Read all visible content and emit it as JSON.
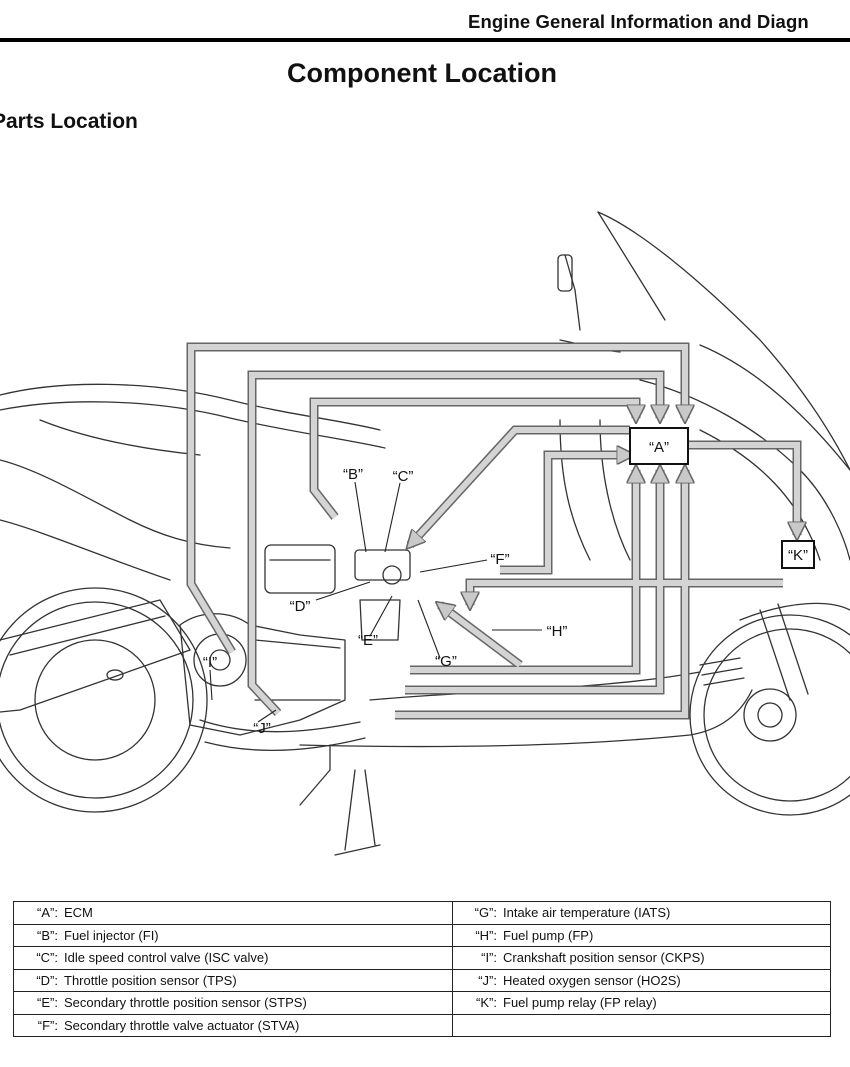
{
  "header": {
    "title": "Engine General Information and Diagn"
  },
  "page_title": "Component Location",
  "section_title": "Parts Location",
  "diagram": {
    "labels": {
      "A": "“A”",
      "B": "“B”",
      "C": "“C”",
      "D": "“D”",
      "E": "“E”",
      "F": "“F”",
      "G": "“G”",
      "H": "“H”",
      "I": "“I”",
      "J": "“J”",
      "K": "“K”"
    }
  },
  "legend": {
    "left": [
      {
        "code": "“A”:",
        "text": "ECM"
      },
      {
        "code": "“B”:",
        "text": "Fuel injector (FI)"
      },
      {
        "code": "“C”:",
        "text": "Idle speed control valve (ISC valve)"
      },
      {
        "code": "“D”:",
        "text": "Throttle position sensor (TPS)"
      },
      {
        "code": "“E”:",
        "text": "Secondary throttle position sensor (STPS)"
      },
      {
        "code": "“F”:",
        "text": "Secondary throttle valve actuator (STVA)"
      }
    ],
    "right": [
      {
        "code": "“G”:",
        "text": "Intake air temperature (IATS)"
      },
      {
        "code": "“H”:",
        "text": "Fuel pump (FP)"
      },
      {
        "code": "“I”:",
        "text": "Crankshaft position sensor (CKPS)"
      },
      {
        "code": "“J”:",
        "text": "Heated oxygen sensor (HO2S)"
      },
      {
        "code": "“K”:",
        "text": "Fuel pump relay (FP relay)"
      },
      {
        "code": "",
        "text": ""
      }
    ]
  }
}
